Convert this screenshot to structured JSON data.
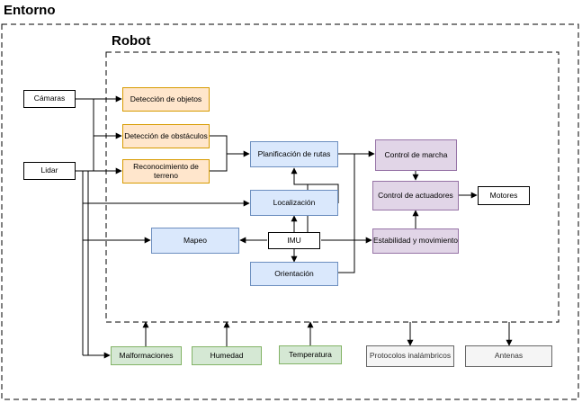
{
  "environment_label": "Entorno",
  "robot_label": "Robot",
  "nodes": {
    "camaras": "Cámaras",
    "lidar": "Lidar",
    "deteccion_objetos": "Detección de objetos",
    "deteccion_obstaculos": "Detección de obstáculos",
    "reconocimiento_terreno": "Reconocimiento de terreno",
    "planificacion_rutas": "Planificación de rutas",
    "localizacion": "Localización",
    "mapeo": "Mapeo",
    "imu": "IMU",
    "orientacion": "Orientación",
    "control_marcha": "Control de marcha",
    "control_actuadores": "Control de actuadores",
    "estabilidad": "Estabilidad y movimiento",
    "motores": "Motores",
    "malformaciones": "Malformaciones",
    "humedad": "Humedad",
    "temperatura": "Temperatura",
    "protocolos": "Protocolos inalámbricos",
    "antenas": "Antenas"
  },
  "colors": {
    "perception": "#ffe6cc",
    "planning": "#dae8fc",
    "control": "#e1d5e7",
    "environment_sensor": "#d5e8d4",
    "communication": "#f5f5f5"
  }
}
